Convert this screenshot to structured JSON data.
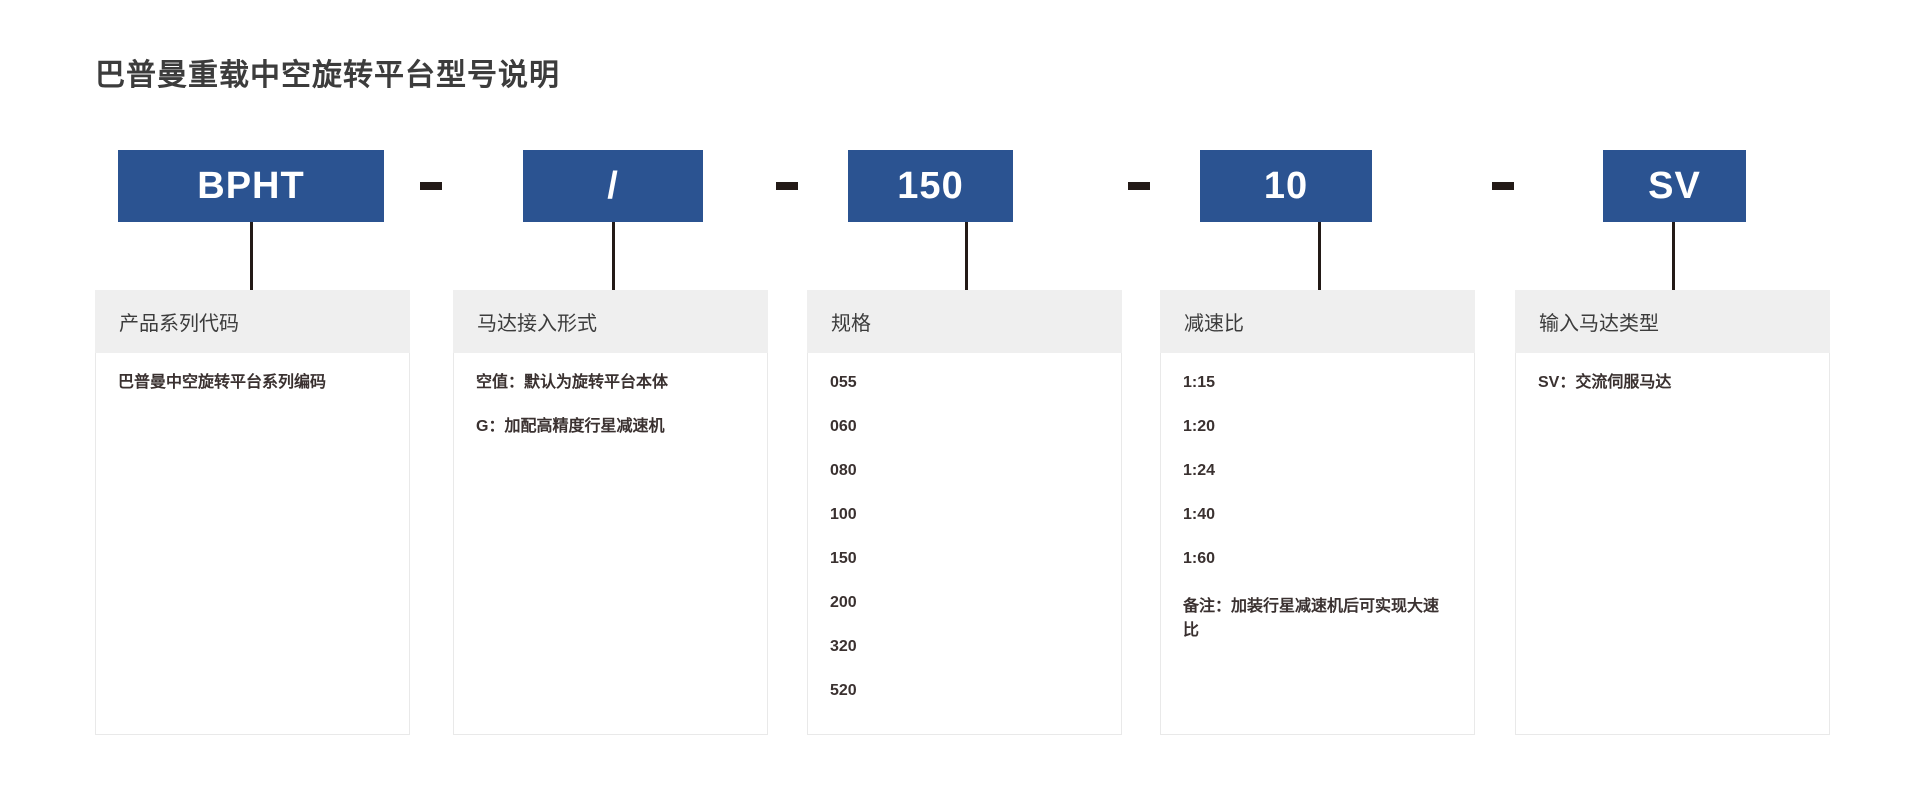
{
  "title": "巴普曼重载中空旋转平台型号说明",
  "colors": {
    "accent_blue": "#2b5391",
    "panel_header_gray": "#efefef",
    "connector_dark": "#231a17",
    "text_dark": "#3a3130"
  },
  "code_chips": [
    {
      "label": "BPHT"
    },
    {
      "label": "/"
    },
    {
      "label": "150"
    },
    {
      "label": "10"
    },
    {
      "label": "SV"
    }
  ],
  "separators": [
    "-",
    "-",
    "-",
    "-"
  ],
  "panels": [
    {
      "header": "产品系列代码",
      "lines": [
        "巴普曼中空旋转平台系列编码"
      ]
    },
    {
      "header": "马达接入形式",
      "lines": [
        "空值：默认为旋转平台本体",
        "G：加配高精度行星减速机"
      ]
    },
    {
      "header": "规格",
      "lines": [
        "055",
        "060",
        "080",
        "100",
        "150",
        "200",
        "320",
        "520"
      ]
    },
    {
      "header": "减速比",
      "lines": [
        "1:15",
        "1:20",
        "1:24",
        "1:40",
        "1:60"
      ],
      "note": "备注：加装行星减速机后可实现大速比"
    },
    {
      "header": "输入马达类型",
      "lines": [
        "SV：交流伺服马达"
      ]
    }
  ]
}
